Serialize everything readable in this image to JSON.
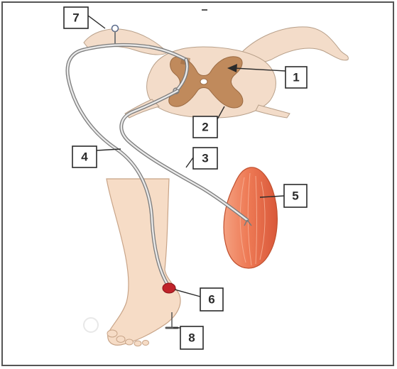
{
  "labels": [
    {
      "id": "label-1",
      "text": "1"
    },
    {
      "id": "label-2",
      "text": "2"
    },
    {
      "id": "label-3",
      "text": "3"
    },
    {
      "id": "label-4",
      "text": "4"
    },
    {
      "id": "label-5",
      "text": "5"
    },
    {
      "id": "label-6",
      "text": "6"
    },
    {
      "id": "label-7",
      "text": "7"
    },
    {
      "id": "label-8",
      "text": "8"
    }
  ],
  "colors": {
    "white_matter": "#f3dcc9",
    "grey_matter": "#c08a5c",
    "skin": "#f6dcc6",
    "muscle": "#ee7a55",
    "receptor": "#c0232a",
    "nerve": "#7c7c7c",
    "border": "#555555"
  }
}
